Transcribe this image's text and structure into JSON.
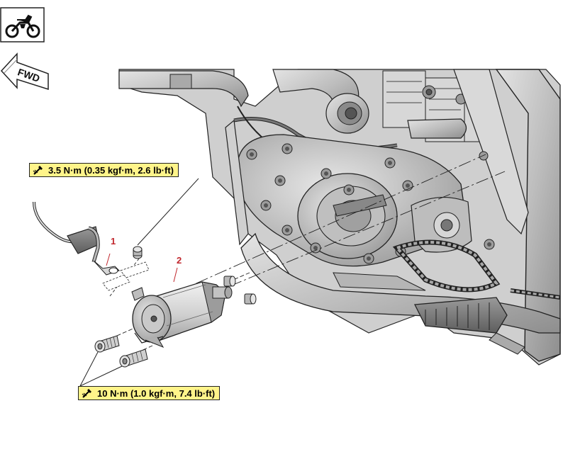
{
  "icons": {
    "model_icon": "offroad-motorcycle-icon",
    "direction_icon": "fwd-arrow-icon",
    "direction_label": "FWD",
    "torque_icon": "torque-wrench-icon"
  },
  "torque_specs": [
    {
      "label": "3.5 N·m (0.35 kgf·m, 2.6 lb·ft)"
    },
    {
      "label": "10 N·m (1.0 kgf·m, 7.4 lb·ft)"
    }
  ],
  "callouts": [
    {
      "number": "1",
      "part": "starter-motor-lead"
    },
    {
      "number": "2",
      "part": "starter-motor"
    }
  ],
  "colors": {
    "torque_box_fill": "#fff48a",
    "callout_text": "#c1272d",
    "engine_gray": "#c7c7c7"
  }
}
